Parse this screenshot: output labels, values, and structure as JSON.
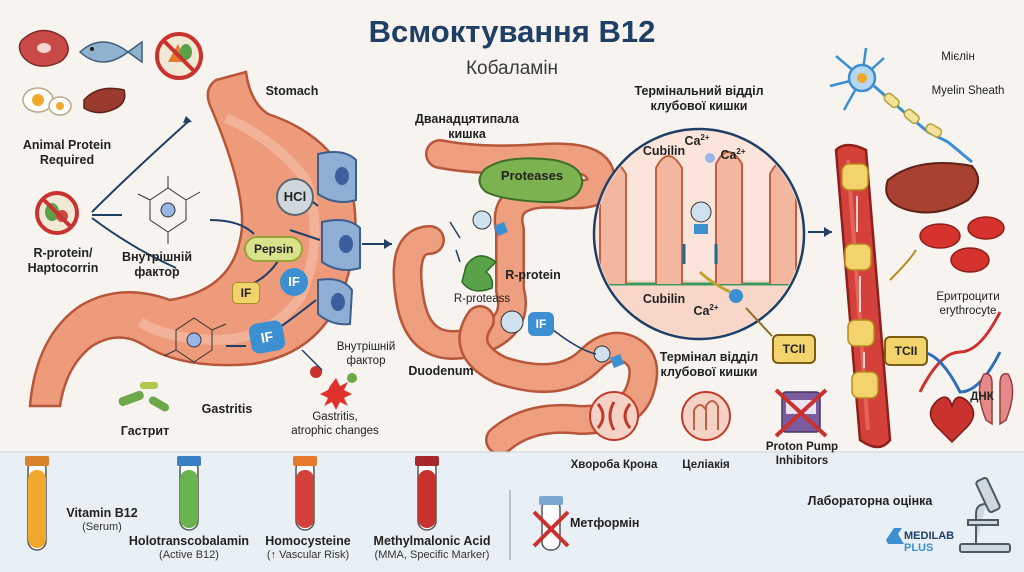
{
  "title": "Всмоктування В12",
  "subtitle": "Кобаламін",
  "left": {
    "animal_protein": "Animal Protein\nRequired",
    "r_protein": "R-protein/\nHaptocorrin",
    "intrinsic_factor": "Внутрішній\nфактор",
    "gastritis_en": "Gastritis",
    "gastritis_ua": "Гастрит"
  },
  "stomach": {
    "label": "Stomach",
    "hcl": "HCl",
    "pepsin": "Pepsin",
    "if1": "IF",
    "if2": "IF",
    "if3": "IF",
    "intrinsic_factor": "Внутрішній\nфактор",
    "atrophic": "Gastritis,\natrophic changes"
  },
  "duodenum": {
    "label_ua": "Дванадцятипала\nкишка",
    "proteases": "Proteases",
    "r_protein": "R-protein",
    "r_proteases": "R-proteass",
    "if": "IF",
    "label_en": "Duodenum"
  },
  "ileum": {
    "label_top": "Термінальний відділ\nклубової кишки",
    "cubilin_top": "Cubilin",
    "ca_top1": "Ca",
    "ca_top2": "Ca",
    "ca_sup": "2+",
    "cubilin_bottom": "Cubilin",
    "ca_bottom": "Ca",
    "tcii": "TCII",
    "label_bottom": "Термінал відділ\nклубової кишки",
    "crohn": "Хвороба Крона",
    "celiac": "Целіакія",
    "ppi": "Proton Pump\nInhibitors"
  },
  "right": {
    "myelin_ua": "Мієлін",
    "myelin_en": "Myelin Sheath",
    "tcii": "TCII",
    "erythro": "Еритроцити\nerythrocyte",
    "dna": "ДНК"
  },
  "bottom": {
    "tubes": [
      {
        "name": "Vitamin B12",
        "sub": "(Serum)"
      },
      {
        "name": "Holotranscobalamin",
        "sub": "(Active B12)"
      },
      {
        "name": "Homocysteine",
        "sub": "(↑ Vascular Risk)"
      },
      {
        "name": "Methylmalonic Acid",
        "sub": "(MMA, Specific Marker)"
      }
    ],
    "metformin": "Метформін",
    "lab": "Лабораторна оцінка",
    "brand1": "MEDILAB",
    "brand2": "PLUS"
  },
  "colors": {
    "title": "#1f3f66",
    "stomach": "#e98c6c",
    "intestine": "#eb9a7c",
    "blood": "#c7322f",
    "if": "#3c8fd0",
    "pepsin": "#d7e08a",
    "tcii": "#f3d36b"
  },
  "icons": [
    "meat-icon",
    "fish-icon",
    "no-vegetables-icon",
    "egg-icon",
    "liver-icon",
    "neuron-icon",
    "heart-icon",
    "lungs-icon",
    "dna-icon",
    "microscope-icon",
    "pill-box-icon",
    "blood-vessel-icon"
  ]
}
